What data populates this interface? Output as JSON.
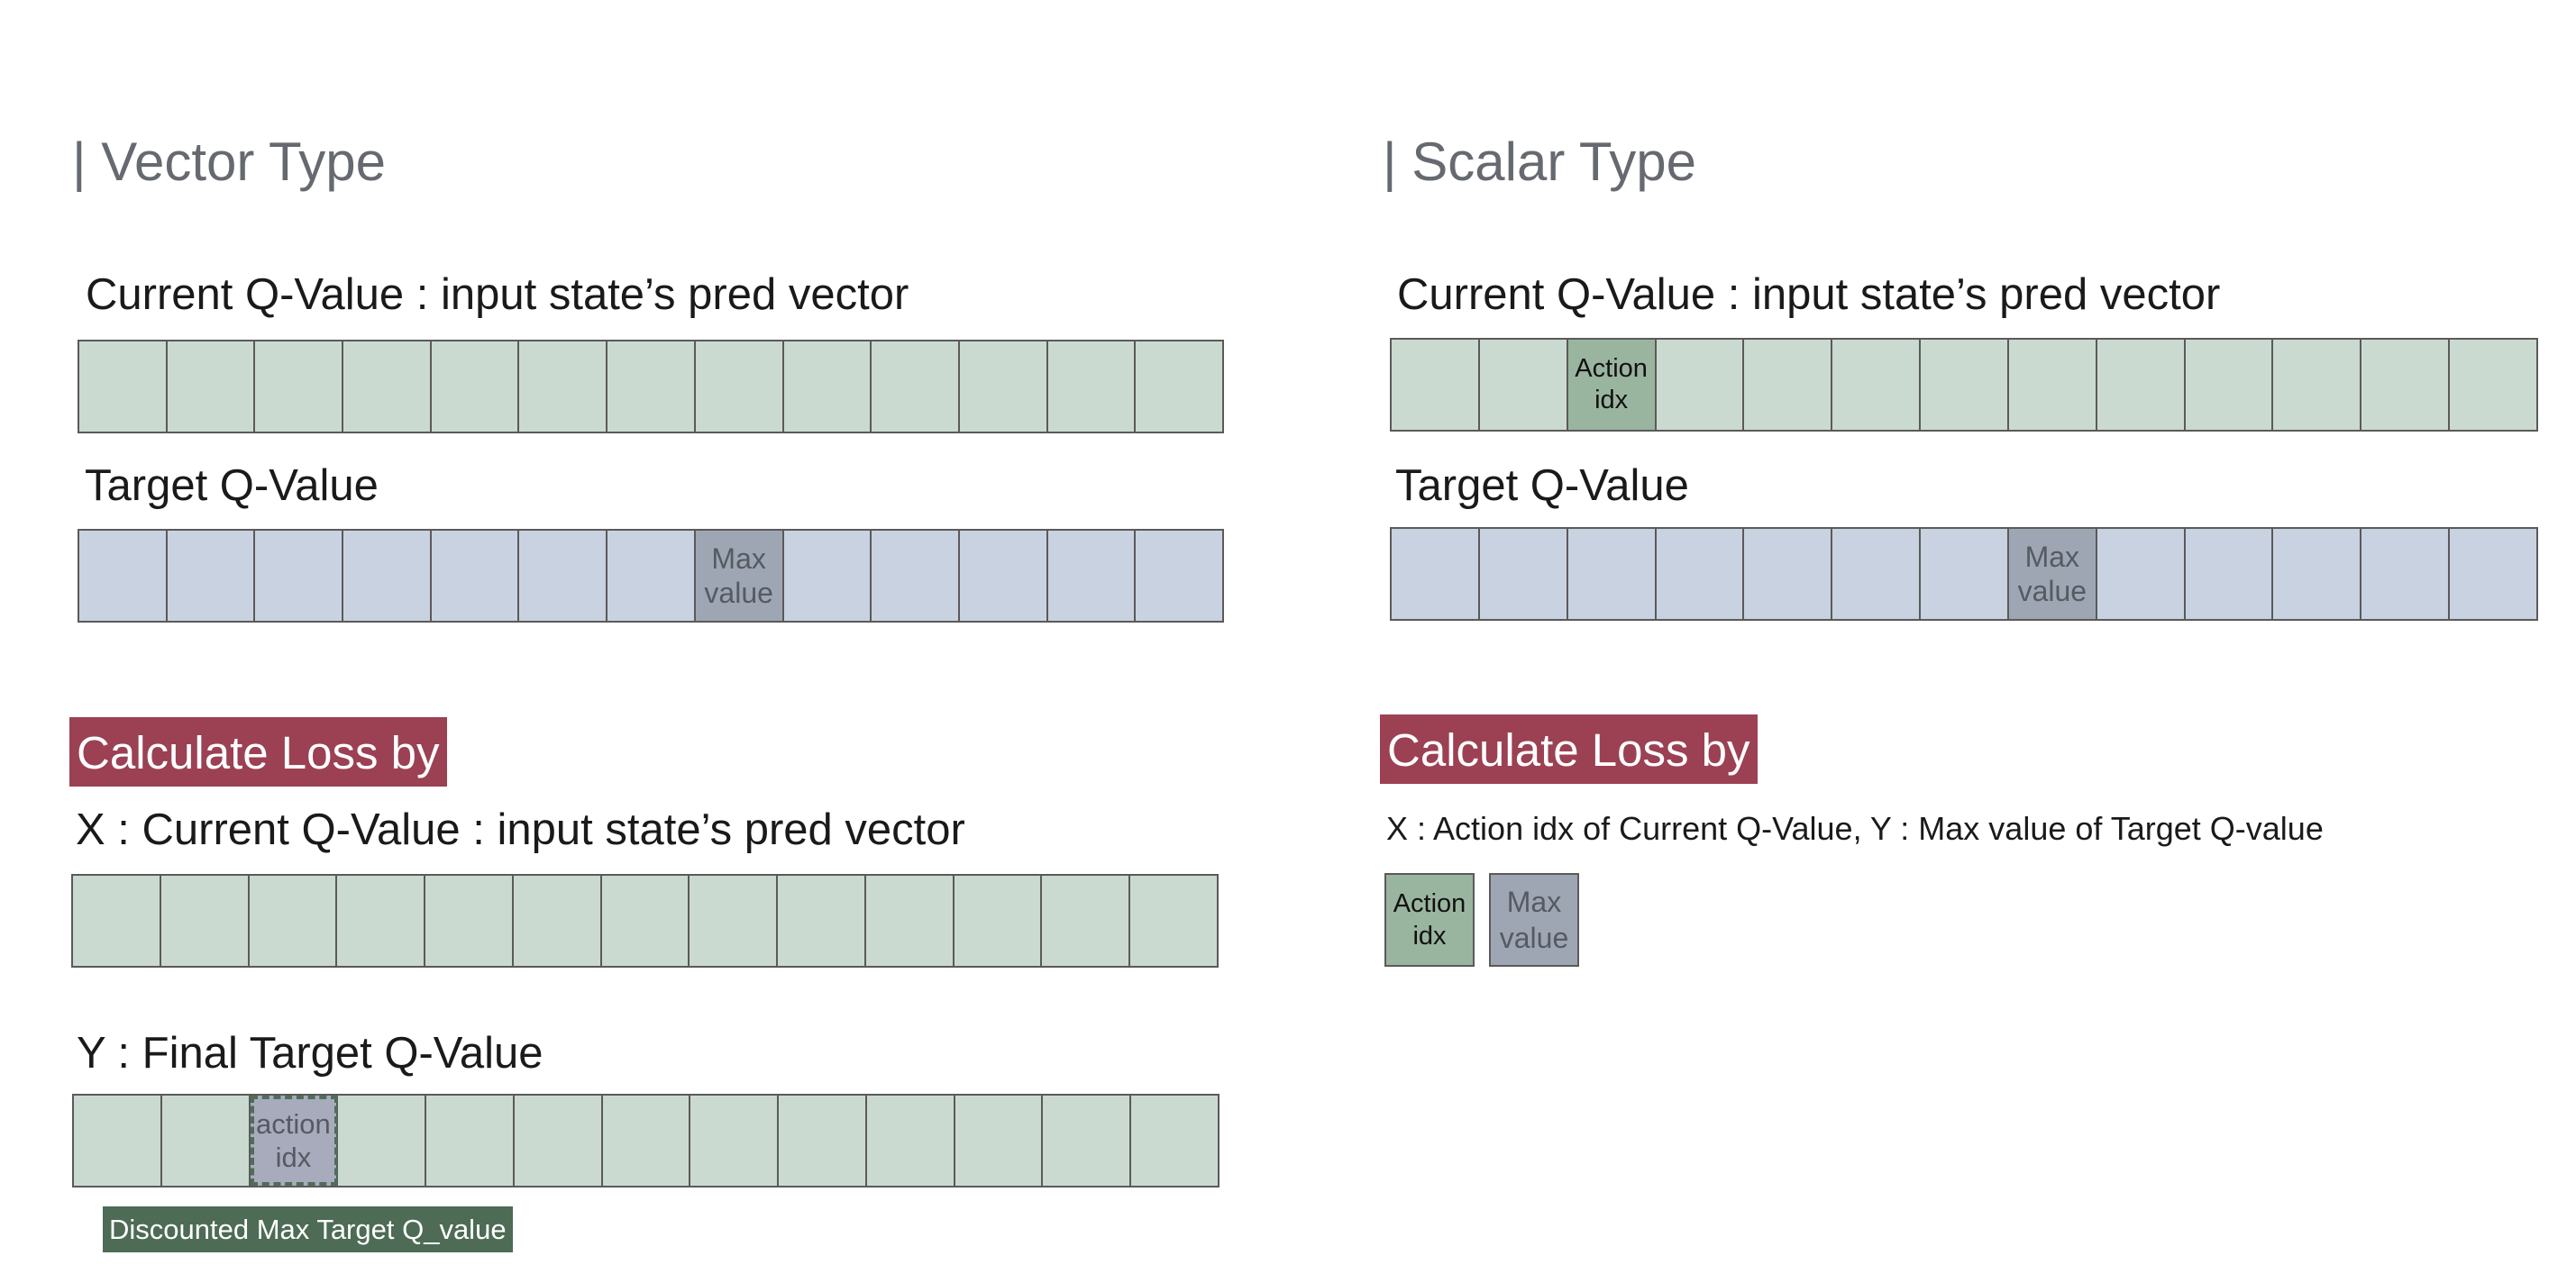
{
  "vector": {
    "heading": "| Vector Type",
    "current_label": "Current Q-Value : input state’s  pred vector",
    "target_label": "Target Q-Value",
    "max_line1": "Max",
    "max_line2": "value",
    "loss_label": "Calculate Loss by",
    "x_label": "X : Current Q-Value : input state’s  pred vector",
    "y_label": "Y : Final Target Q-Value",
    "action_line1": "action",
    "action_line2": "idx",
    "note": "Discounted Max Target Q_value",
    "cells_per_row": 13,
    "max_index": 7,
    "action_index": 2
  },
  "scalar": {
    "heading": "| Scalar Type",
    "current_label": "Current Q-Value : input state’s  pred vector",
    "target_label": "Target Q-Value",
    "action_line1": "Action",
    "action_line2": "idx",
    "max_line1": "Max",
    "max_line2": "value",
    "loss_label": "Calculate Loss by",
    "xy_label": "X : Action idx of Current Q-Value, Y : Max value of Target Q-value",
    "cells_per_row": 13,
    "action_index": 2,
    "max_index": 7
  },
  "colors": {
    "current_cell": "#cbdad0",
    "target_cell": "#c9d2e0",
    "action_cell": "#9ab59f",
    "max_cell": "#9fa6b3",
    "loss_badge": "#9b4153",
    "note_badge": "#4d6b55"
  }
}
